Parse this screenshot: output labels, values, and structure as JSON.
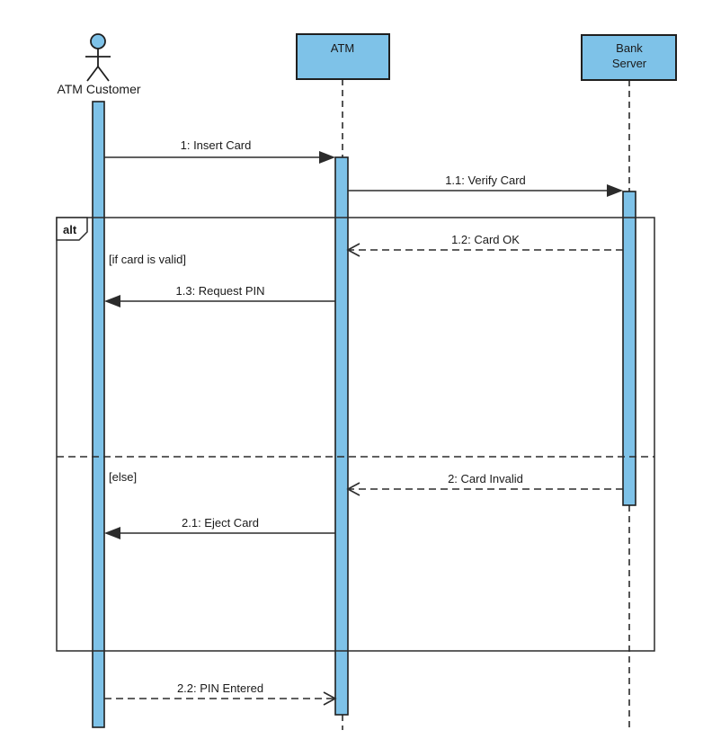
{
  "colors": {
    "shape_fill": "#7EC2E8",
    "shape_stroke": "#1F1F1F",
    "line": "#2B2B2B",
    "background": "#FFFFFF",
    "text": "#1A1A1A"
  },
  "participants": {
    "customer": {
      "label": "ATM Customer",
      "type": "actor"
    },
    "atm": {
      "label": "ATM",
      "type": "object"
    },
    "bank_server": {
      "line1": "Bank",
      "line2": "Server",
      "type": "object"
    }
  },
  "fragment": {
    "operator": "alt",
    "guard_if": "[if card is valid]",
    "guard_else": "[else]"
  },
  "messages": {
    "insert_card": "1: Insert Card",
    "verify_card": "1.1: Verify Card",
    "card_ok": "1.2: Card OK",
    "request_pin": "1.3: Request PIN",
    "card_invalid": "2: Card Invalid",
    "eject_card": "2.1: Eject Card",
    "pin_entered": "2.2: PIN Entered"
  }
}
